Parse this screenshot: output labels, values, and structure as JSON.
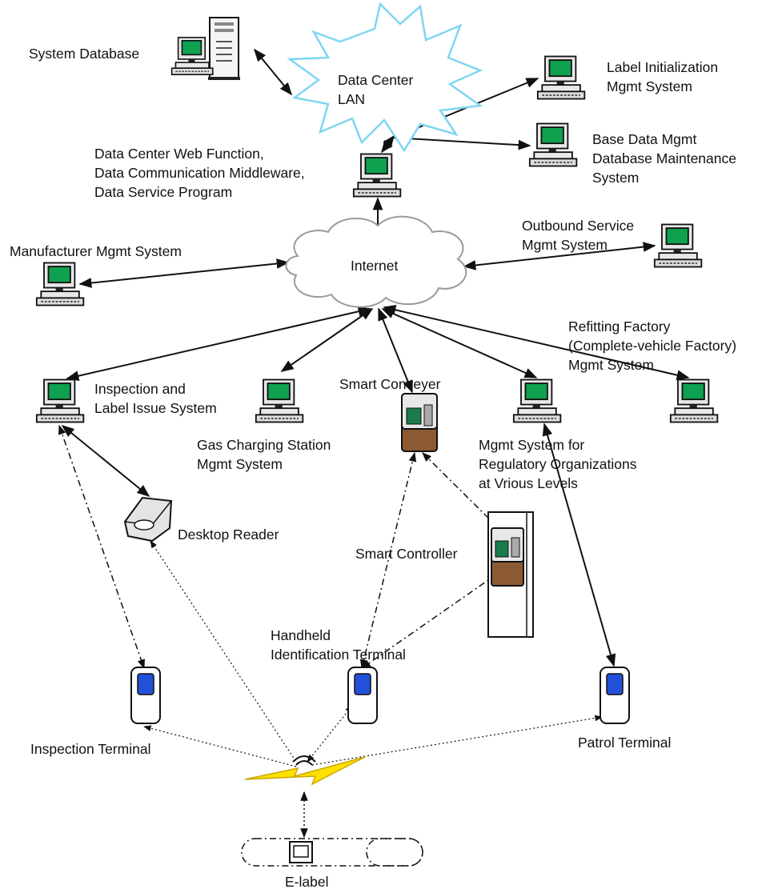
{
  "nodes": {
    "system_database": {
      "lines": [
        "System Database"
      ]
    },
    "data_center_lan": {
      "lines": [
        "Data Center",
        "LAN"
      ]
    },
    "label_init": {
      "lines": [
        "Label Initialization",
        "Mgmt System"
      ]
    },
    "base_data": {
      "lines": [
        "Base Data Mgmt",
        "Database Maintenance",
        "System"
      ]
    },
    "web_function": {
      "lines": [
        "Data Center Web Function,",
        "Data Communication Middleware,",
        "Data Service Program"
      ]
    },
    "internet": {
      "lines": [
        "Internet"
      ]
    },
    "outbound": {
      "lines": [
        "Outbound Service",
        "Mgmt System"
      ]
    },
    "manufacturer": {
      "lines": [
        "Manufacturer Mgmt System"
      ]
    },
    "refitting": {
      "lines": [
        "Refitting Factory",
        "(Complete-vehicle Factory)",
        "Mgmt System"
      ]
    },
    "inspection_issue": {
      "lines": [
        "Inspection and",
        "Label Issue System"
      ]
    },
    "smart_conveyer": {
      "lines": [
        "Smart Conveyer"
      ]
    },
    "gas_charging": {
      "lines": [
        "Gas Charging Station",
        "Mgmt System"
      ]
    },
    "regulatory": {
      "lines": [
        "Mgmt System for",
        "Regulatory Organizations",
        "at Vrious Levels"
      ]
    },
    "desktop_reader": {
      "lines": [
        "Desktop Reader"
      ]
    },
    "smart_controller": {
      "lines": [
        "Smart Controller"
      ]
    },
    "handheld": {
      "lines": [
        "Handheld",
        "Identification Terminal"
      ]
    },
    "inspection_terminal": {
      "lines": [
        "Inspection Terminal"
      ]
    },
    "patrol_terminal": {
      "lines": [
        "Patrol Terminal"
      ]
    },
    "e_label": {
      "lines": [
        "E-label"
      ]
    }
  },
  "colors": {
    "screen": "#0fa050",
    "device_body": "#e8e8e8",
    "terminal_screen": "#2350d8",
    "cloud_lan_outline": "#7fd6f0",
    "cloud_internet_outline": "#9a9a9a",
    "conveyer_body": "#8b5a32",
    "lightning": "#ffe000"
  },
  "icons": {
    "workstation": "computer-icon",
    "server": "server-tower-icon",
    "terminal": "handheld-terminal-icon",
    "reader": "desktop-reader-icon",
    "wireless": "lightning-icon",
    "tag": "e-label-icon"
  }
}
